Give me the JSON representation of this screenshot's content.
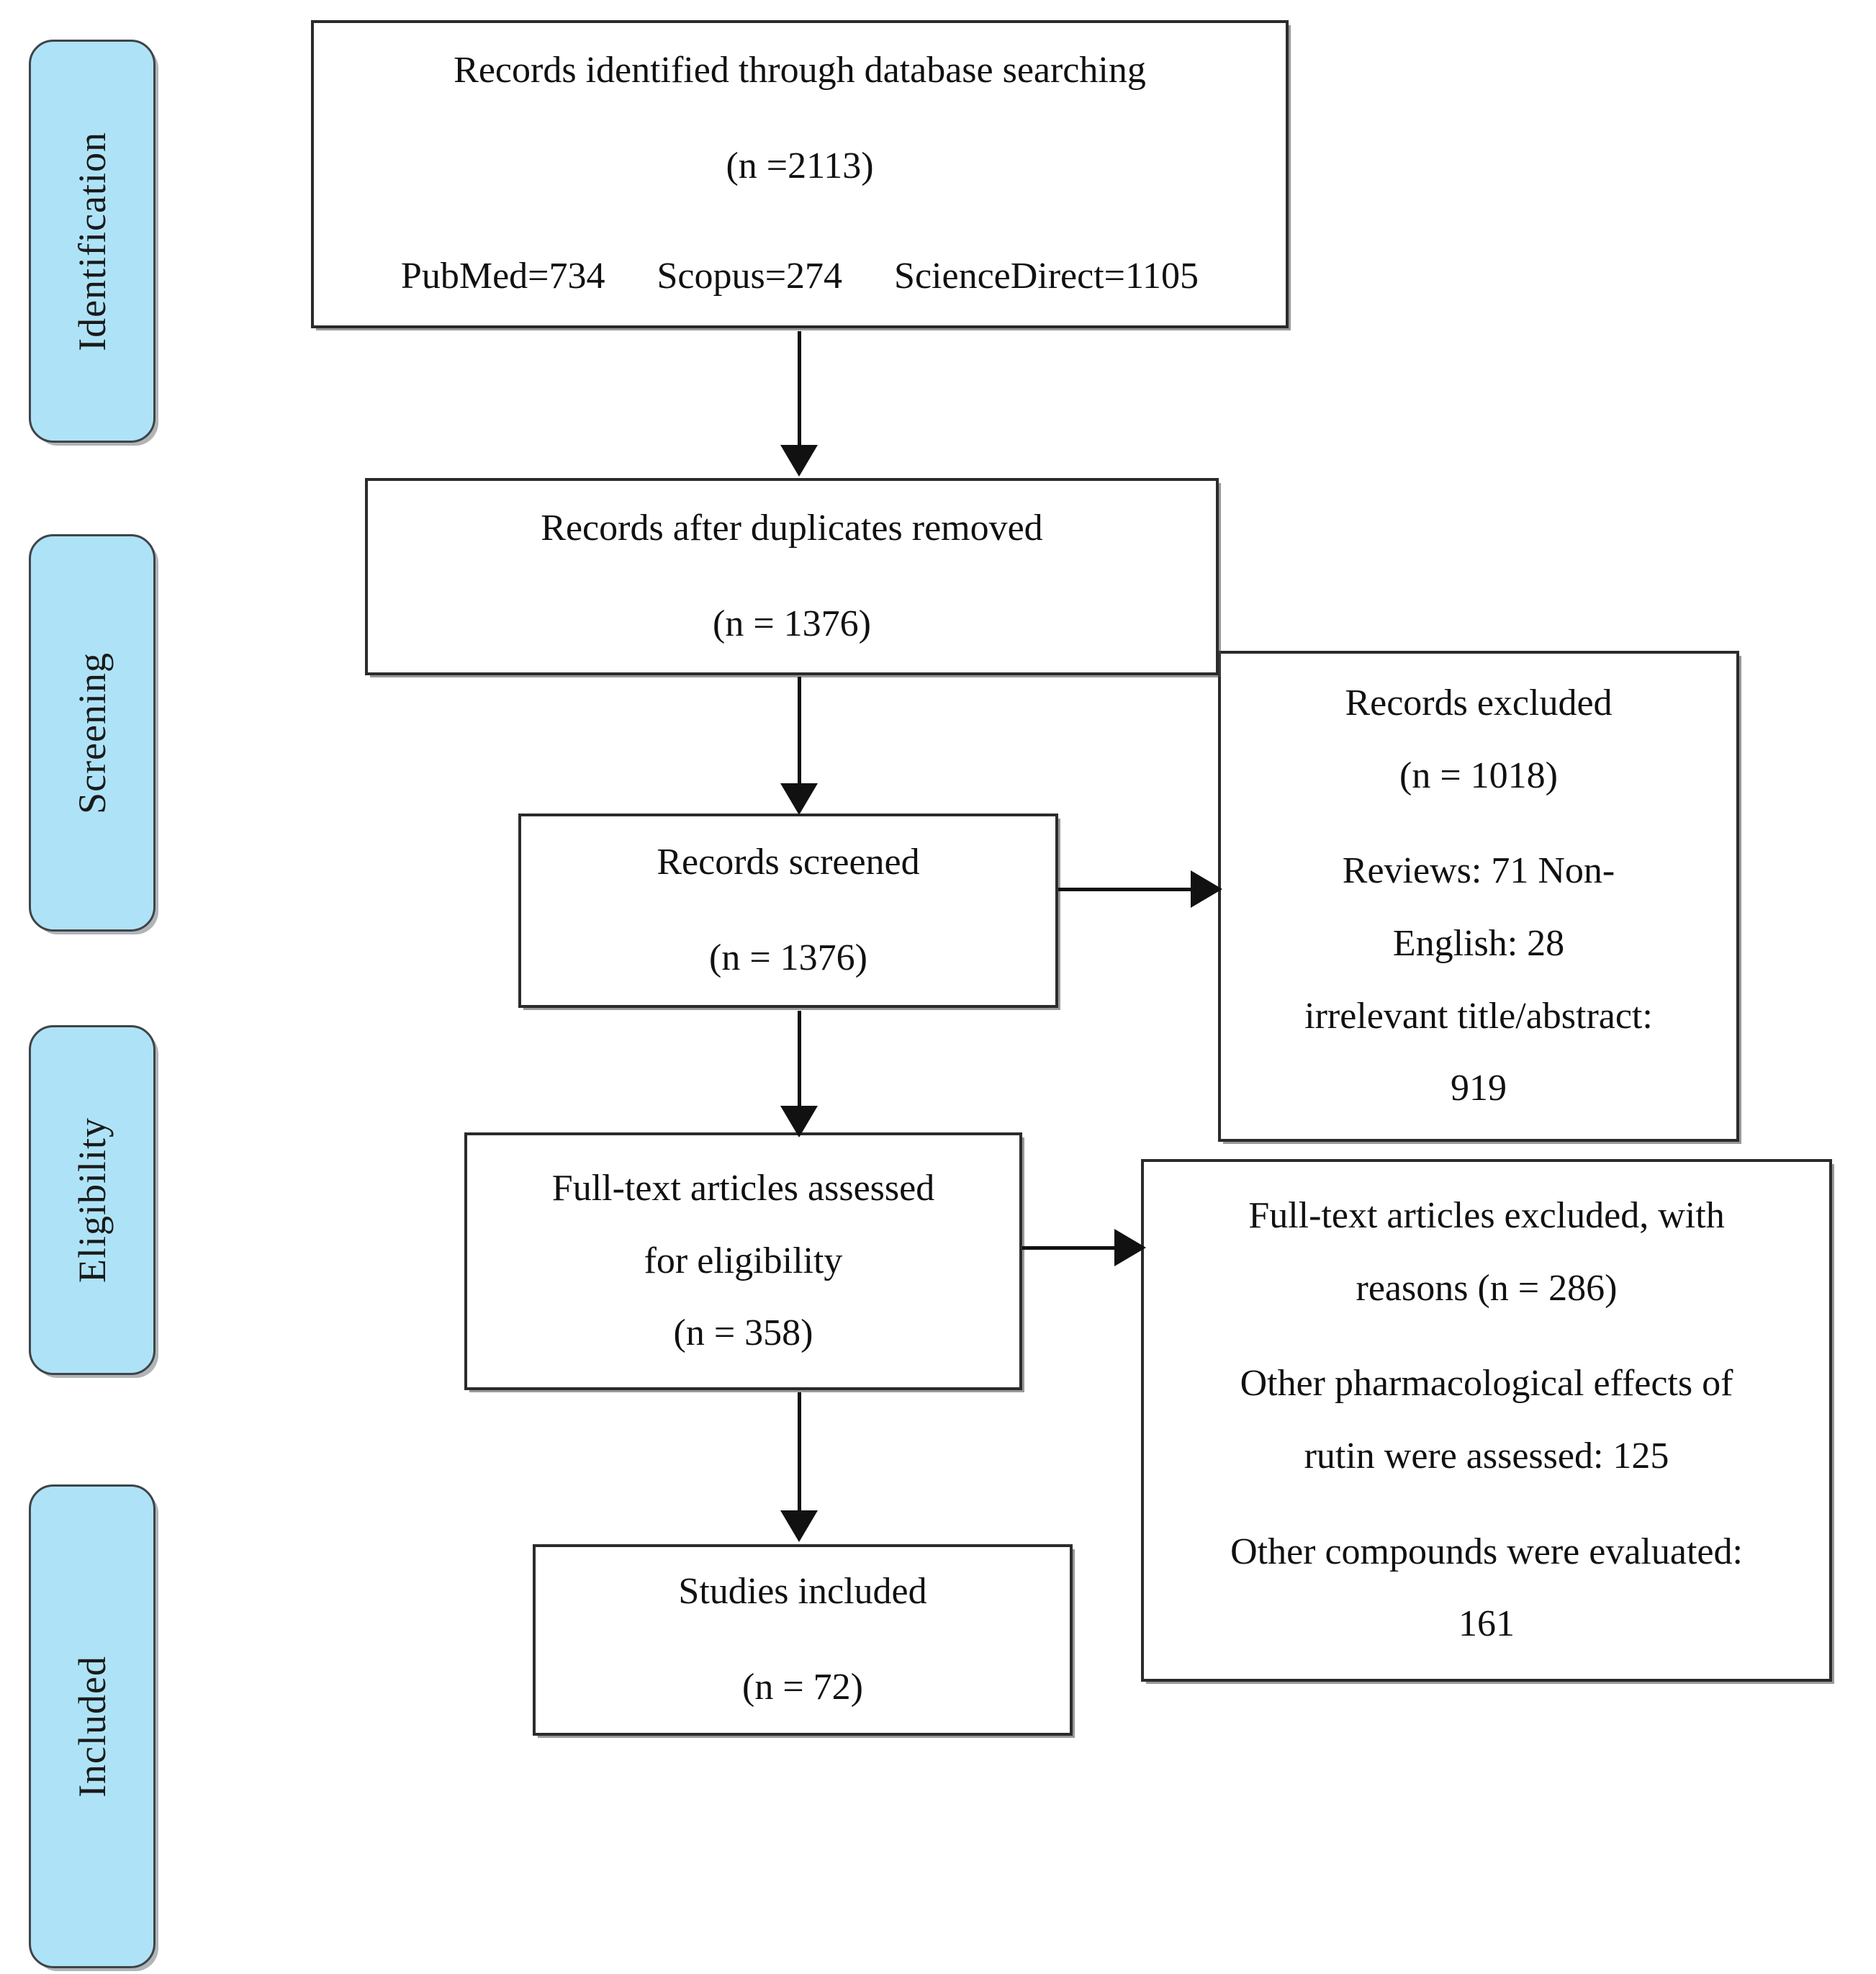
{
  "diagram": {
    "type": "prisma-flow-diagram",
    "stages": [
      {
        "id": "identification",
        "label": "Identification"
      },
      {
        "id": "screening",
        "label": "Screening"
      },
      {
        "id": "eligibility",
        "label": "Eligibility"
      },
      {
        "id": "included",
        "label": "Included"
      }
    ],
    "boxes": {
      "identified": {
        "title": "Records identified through database searching",
        "count": "(n =2113)",
        "sources": [
          "PubMed=734",
          "Scopus=274",
          "ScienceDirect=1105"
        ]
      },
      "duplicates_removed": {
        "title": "Records after duplicates removed",
        "count": "(n = 1376)"
      },
      "screened": {
        "title": "Records screened",
        "count": "(n = 1376)"
      },
      "records_excluded": {
        "title": "Records excluded",
        "count": "(n = 1018)",
        "reason_line_1": "Reviews: 71      Non-",
        "reason_line_2": "English: 28",
        "reason_line_3": "irrelevant title/abstract:",
        "reason_line_4": "919"
      },
      "fulltext_assessed": {
        "title_line_1": "Full-text articles assessed",
        "title_line_2": "for eligibility",
        "count": "(n = 358)"
      },
      "fulltext_excluded": {
        "title_line_1": "Full-text articles excluded, with",
        "title_line_2": "reasons (n = 286)",
        "reason_line_1": "Other pharmacological effects  of",
        "reason_line_2": "rutin were assessed: 125",
        "reason_line_3": "Other compounds were evaluated:",
        "reason_line_4": "161"
      },
      "studies_included": {
        "title": "Studies included",
        "count": "(n = 72)"
      }
    },
    "colors": {
      "stage_fill": "#AEE3F7",
      "stage_border": "#3f4448",
      "box_border": "#2b2b2b",
      "text": "#111111",
      "background": "#ffffff"
    }
  }
}
